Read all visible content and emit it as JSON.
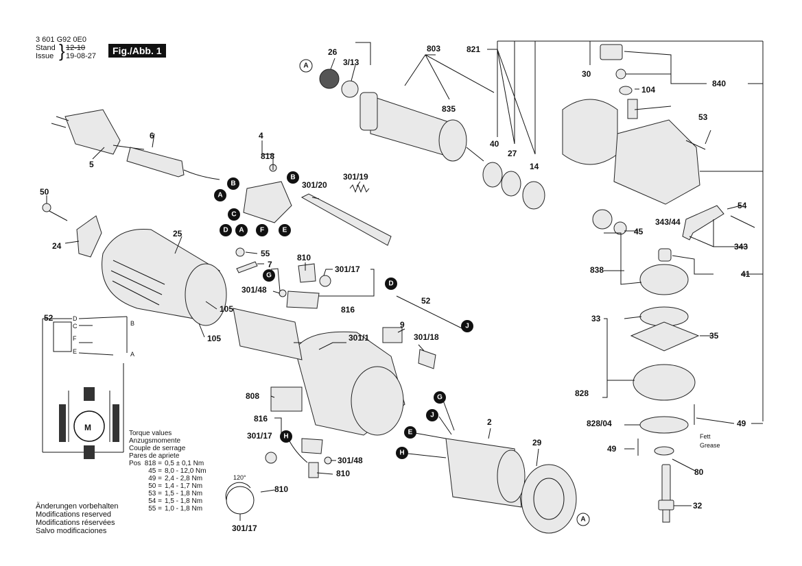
{
  "header": {
    "doc_number": "3 601 G92 0E0",
    "stand_label": "Stand",
    "stand_value": "12-10",
    "issue_label": "Issue",
    "issue_value": "19-08-27",
    "figure_label": "Fig./Abb. 1"
  },
  "part_labels": [
    "26",
    "3/13",
    "803",
    "821",
    "30",
    "840",
    "104",
    "53",
    "835",
    "40",
    "27",
    "14",
    "6",
    "5",
    "50",
    "4",
    "818",
    "301/20",
    "301/19",
    "24",
    "25",
    "55",
    "7",
    "810",
    "301/17",
    "301/48",
    "816",
    "52",
    "9",
    "301/18",
    "301/1",
    "105",
    "105",
    "808",
    "816",
    "301/17",
    "301/48",
    "810",
    "810",
    "301/17",
    "2",
    "29",
    "343/44",
    "45",
    "54",
    "343",
    "838",
    "41",
    "33",
    "35",
    "828",
    "828/04",
    "49",
    "49",
    "80",
    "32"
  ],
  "callout_letters": [
    "A",
    "B",
    "A",
    "B",
    "C",
    "D",
    "A",
    "F",
    "E",
    "G",
    "D",
    "J",
    "G",
    "J",
    "E",
    "H",
    "H",
    "A"
  ],
  "wiring_labels": {
    "wire": "52",
    "terminals": [
      "D",
      "C",
      "F",
      "E"
    ],
    "outputs": [
      "B",
      "A"
    ],
    "motor": "M"
  },
  "angle_label": "120°",
  "grease_note": [
    "Fett",
    "Grease"
  ],
  "torque": {
    "title_lines": [
      "Torque values",
      "Anzugsmomente",
      "Couple de serrage",
      "Pares de apriete"
    ],
    "prefix": "Pos",
    "rows": [
      {
        "pos": "818 =",
        "value": "0,5 ± 0,1 Nm"
      },
      {
        "pos": "45 =",
        "value": "8,0 - 12,0 Nm"
      },
      {
        "pos": "49 =",
        "value": "2,4 - 2,8 Nm"
      },
      {
        "pos": "50 =",
        "value": "1,4 - 1,7 Nm"
      },
      {
        "pos": "53 =",
        "value": "1,5 - 1,8 Nm"
      },
      {
        "pos": "54 =",
        "value": "1,5 - 1,8 Nm"
      },
      {
        "pos": "55 =",
        "value": "1,0 - 1,8 Nm"
      }
    ]
  },
  "notes": [
    "Änderungen vorbehalten",
    "Modifications reserved",
    "Modifications réservées",
    "Salvo modificaciones"
  ]
}
